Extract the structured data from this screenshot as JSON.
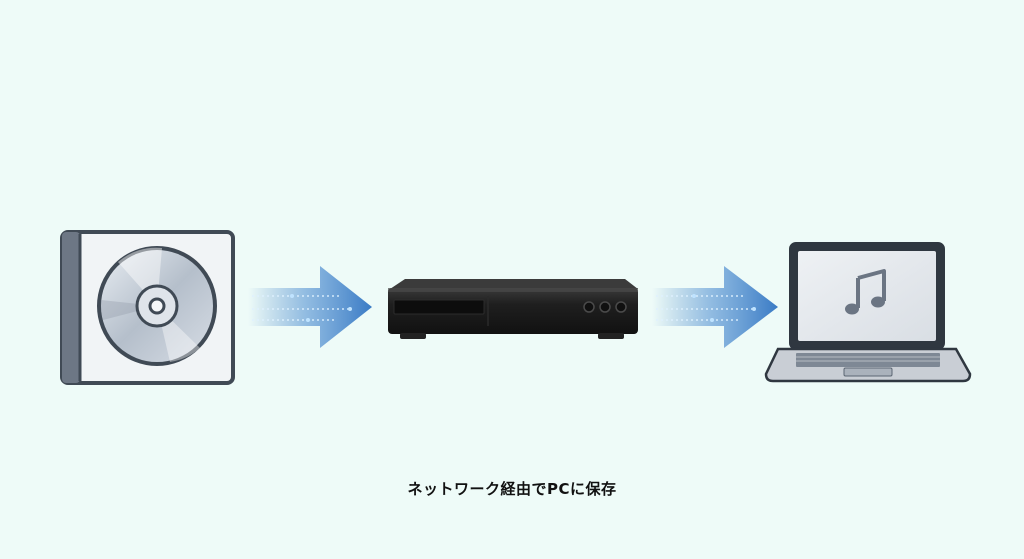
{
  "caption": "ネットワーク経由でPCに保存",
  "nodes": [
    {
      "id": "cd",
      "icon": "cd-case-icon"
    },
    {
      "id": "recorder",
      "icon": "media-player-device-icon"
    },
    {
      "id": "laptop",
      "icon": "laptop-icon"
    }
  ],
  "edges": [
    {
      "from": "cd",
      "to": "recorder",
      "icon": "arrow-right-icon"
    },
    {
      "from": "recorder",
      "to": "laptop",
      "icon": "arrow-right-icon"
    }
  ],
  "screen_icon": "music-note-icon",
  "colors": {
    "background": "#eefbf8",
    "arrow": "#3f7fc4",
    "device": "#1e1e1e",
    "outline": "#404a55"
  }
}
